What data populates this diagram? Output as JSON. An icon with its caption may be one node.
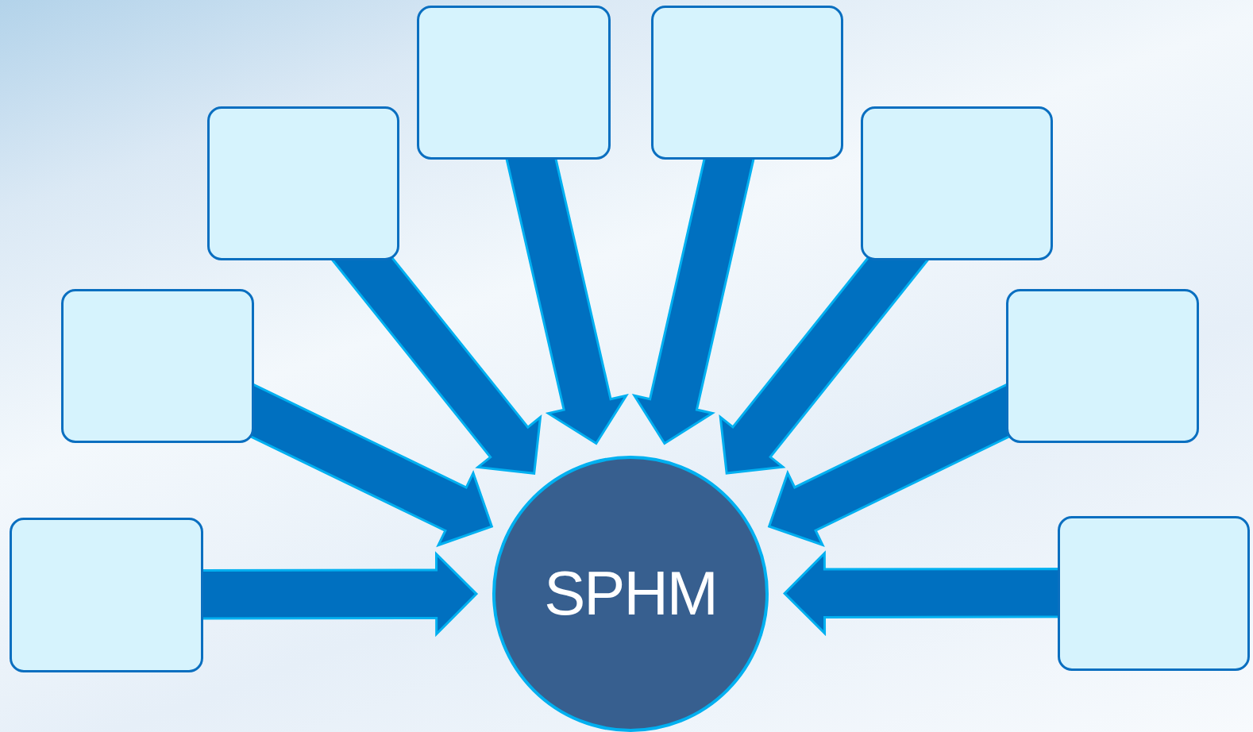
{
  "diagram": {
    "nodes": [
      {
        "text": [],
        "shape": "box"
      },
      {
        "text": [],
        "shape": "box"
      },
      {
        "text": [],
        "shape": "box"
      },
      {
        "text": [],
        "shape": "box"
      },
      {
        "text": [],
        "shape": "box"
      },
      {
        "text": [],
        "shape": "box"
      },
      {
        "text": [],
        "shape": "box"
      },
      {
        "text": [],
        "shape": "box"
      },
      {
        "text": [
          "SPHM"
        ]
      }
    ],
    "edges": [
      {
        "from": 0,
        "to": 8,
        "arrow": "to"
      },
      {
        "from": 1,
        "to": 8,
        "arrow": "to"
      },
      {
        "from": 2,
        "to": 8,
        "arrow": "to"
      },
      {
        "from": 3,
        "to": 8,
        "arrow": "to"
      },
      {
        "from": 4,
        "to": 8,
        "arrow": "to"
      },
      {
        "from": 5,
        "to": 8,
        "arrow": "to"
      },
      {
        "from": 6,
        "to": 8,
        "arrow": "to"
      },
      {
        "from": 7,
        "to": 8,
        "arrow": "to"
      }
    ]
  }
}
